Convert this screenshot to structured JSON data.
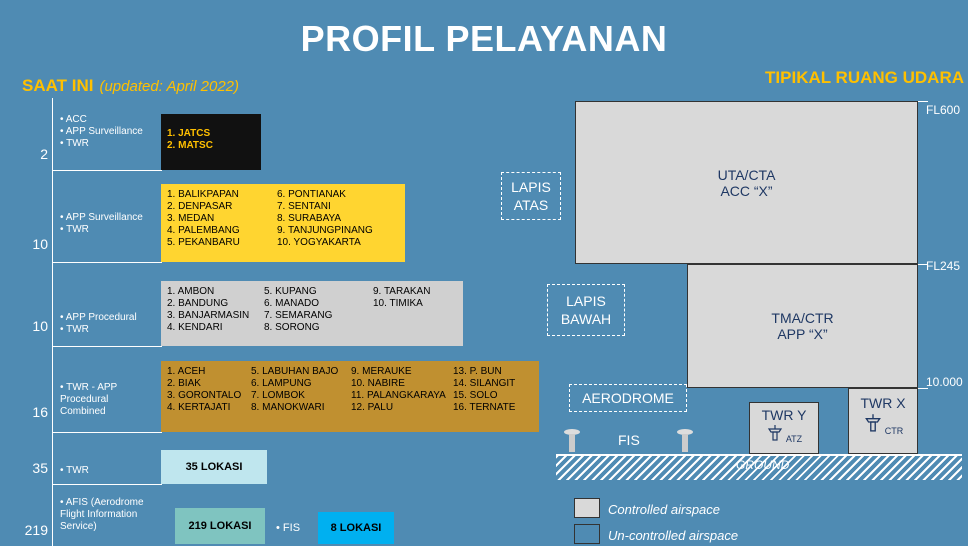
{
  "title": "PROFIL PELAYANAN",
  "current": {
    "label": "SAAT INI",
    "updated": "(updated: April 2022)"
  },
  "typical_label": "TIPIKAL RUANG UDARA",
  "rows": [
    {
      "count": "2",
      "desc": [
        "ACC",
        "APP Surveillance",
        "TWR"
      ],
      "items": [
        "1.  JATCS",
        "2.  MATSC"
      ]
    },
    {
      "count": "10",
      "desc": [
        "APP Surveillance",
        "TWR"
      ],
      "items": [
        "1. BALIKPAPAN",
        "2. DENPASAR",
        "3. MEDAN",
        "4. PALEMBANG",
        "5. PEKANBARU",
        "6.  PONTIANAK",
        "7.  SENTANI",
        "8.  SURABAYA",
        "9.  TANJUNGPINANG",
        "10. YOGYAKARTA"
      ]
    },
    {
      "count": "10",
      "desc": [
        "APP Procedural",
        "TWR"
      ],
      "items": [
        "1. AMBON",
        "2. BANDUNG",
        "3. BANJARMASIN",
        "4. KENDARI",
        "5. KUPANG",
        "6. MANADO",
        "7. SEMARANG",
        "8. SORONG",
        "9.  TARAKAN",
        "10. TIMIKA"
      ]
    },
    {
      "count": "16",
      "desc": [
        "TWR - APP Procedural Combined"
      ],
      "items": [
        "1. ACEH",
        "2. BIAK",
        "3. GORONTALO",
        "4. KERTAJATI",
        "5. LABUHAN BAJO",
        "6. LAMPUNG",
        "7. LOMBOK",
        "8. MANOKWARI",
        "9. MERAUKE",
        "10. NABIRE",
        "11. PALANGKARAYA",
        "12. PALU",
        "13. P. BUN",
        "14. SILANGIT",
        "15. SOLO",
        "16. TERNATE"
      ]
    },
    {
      "count": "35",
      "desc": [
        "TWR"
      ],
      "location": "35 LOKASI"
    },
    {
      "count": "219",
      "desc": [
        "AFIS (Aerodrome Flight Information Service)"
      ],
      "location": "219 LOKASI",
      "fis_label": "FIS",
      "fis_location": "8 LOKASI"
    }
  ],
  "airspace": {
    "uta": [
      "UTA/CTA",
      "ACC “X”"
    ],
    "tma": [
      "TMA/CTR",
      "APP “X”"
    ],
    "twr_y": "TWR Y",
    "twr_x": "TWR X",
    "atz": "ATZ",
    "ctr": "CTR",
    "fis": "FIS",
    "ground": "GROUND",
    "lapis_atas": "LAPIS ATAS",
    "lapis_bawah": "LAPIS BAWAH",
    "aerodrome": "AERODROME",
    "levels": [
      "FL600",
      "FL245",
      "10.000"
    ]
  },
  "legend": {
    "controlled": "Controlled airspace",
    "uncontrolled": "Un-controlled airspace"
  },
  "colors": {
    "background": "#4f8bb3",
    "accent": "#ffc000",
    "yellow_box": "#ffd530",
    "gray_box": "#d0d0d0",
    "gold_box": "#c09030",
    "light_blue_box": "#bfe6ee",
    "teal_box": "#7fc4c0",
    "blue_box": "#00b0f0"
  }
}
